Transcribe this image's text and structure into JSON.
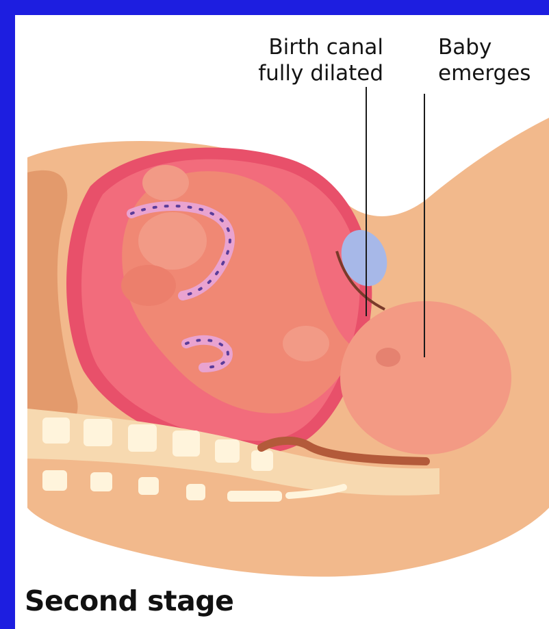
{
  "labels": {
    "birth_canal": {
      "line1": "Birth canal",
      "line2": "fully dilated"
    },
    "baby": {
      "line1": "Baby",
      "line2": "emerges"
    }
  },
  "caption": "Second stage",
  "colors": {
    "frame": "#1d1ee0",
    "panel": "#ffffff",
    "skin": "#f2b98c",
    "skin_dark": "#e39a6c",
    "uterus_wall": "#e8506a",
    "uterus_inner": "#f26c7c",
    "baby": "#f08874",
    "baby_head": "#f39a84",
    "cord": "#e9a3d0",
    "bladder": "#a7b8e8",
    "spine_bone": "#fff4dc"
  }
}
